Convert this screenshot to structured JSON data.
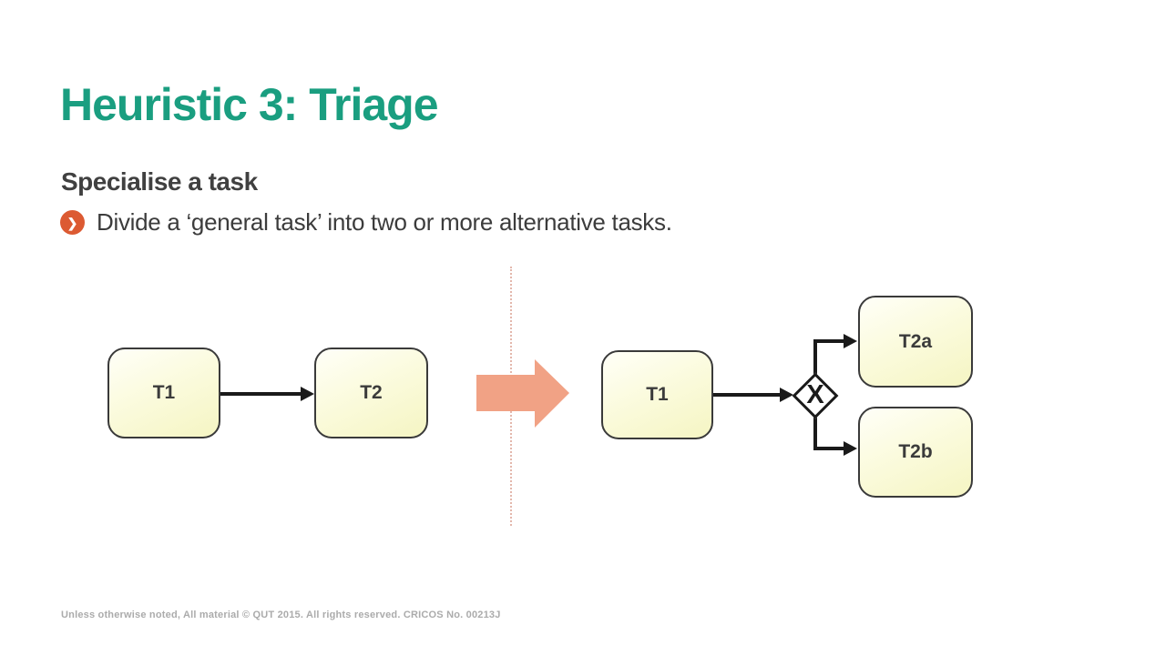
{
  "slide": {
    "title": "Heuristic 3: Triage",
    "subtitle": "Specialise a task",
    "bullet_icon_glyph": "❯",
    "bullet_text": "Divide a ‘general task’ into two or more alternative tasks.",
    "footer": "Unless otherwise noted, All material © QUT 2015. All rights reserved. CRICOS No. 00213J"
  },
  "colors": {
    "title_teal": "#1A9E80",
    "body_text": "#3C3C3C",
    "bullet_icon_orange": "#DC5A32",
    "task_fill_light": "#FFFFF8",
    "task_fill_yellow": "#F5F5C3",
    "task_border": "#3A3A3A",
    "connector_black": "#1A1A1A",
    "transform_arrow_salmon": "#F1A285",
    "divider_pink": "#E3B7AC",
    "footer_gray": "#ABABAB"
  },
  "diagram": {
    "before": {
      "t1": "T1",
      "t2": "T2"
    },
    "after": {
      "t1": "T1",
      "gateway": "X",
      "t2a": "T2a",
      "t2b": "T2b"
    }
  }
}
